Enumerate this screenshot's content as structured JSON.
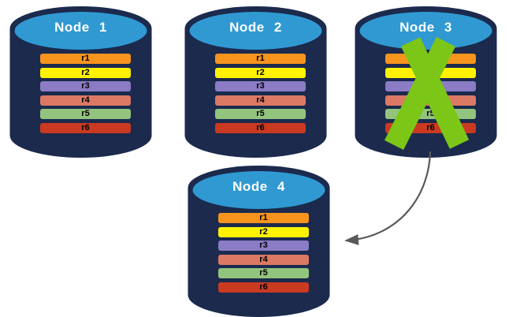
{
  "colors": {
    "background": "#FFFFFF",
    "cylinder_body": "#1B2A4D",
    "cylinder_top": "#3099D2",
    "node_label_text": "#FFFFFF",
    "row_label_text": "#000000",
    "x_mark": "#7CC618",
    "arrow": "#595959",
    "rows": [
      "#F7941D",
      "#FFF200",
      "#8B7CC5",
      "#DC7965",
      "#93C47D",
      "#C93A20"
    ]
  },
  "nodes": [
    {
      "label": "Node 1",
      "failed": false,
      "rows": [
        "r1",
        "r2",
        "r3",
        "r4",
        "r5",
        "r6"
      ]
    },
    {
      "label": "Node 2",
      "failed": false,
      "rows": [
        "r1",
        "r2",
        "r3",
        "r4",
        "r5",
        "r6"
      ]
    },
    {
      "label": "Node 3",
      "failed": true,
      "rows": [
        "r1",
        "r2",
        "r3",
        "r4",
        "r5",
        "r6"
      ]
    },
    {
      "label": "Node 4",
      "failed": false,
      "rows": [
        "r1",
        "r2",
        "r3",
        "r4",
        "r5",
        "r6"
      ]
    }
  ],
  "icons": {
    "x_mark": "failed-node-cross",
    "arrow": "failover-arrow-node3-to-node4",
    "cylinder": "database-cylinder"
  }
}
